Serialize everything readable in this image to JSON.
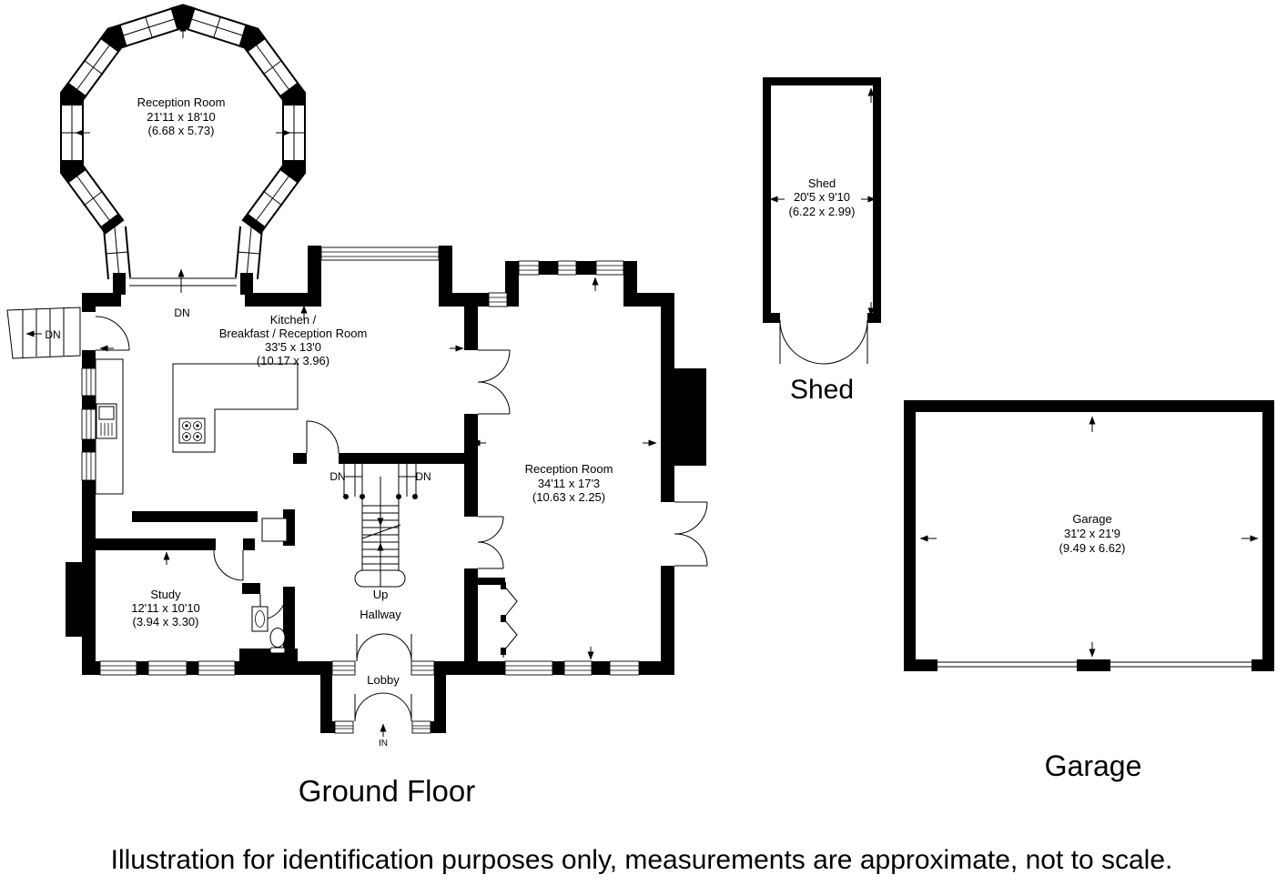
{
  "plan": {
    "floor_label": "Ground Floor",
    "disclaimer": "Illustration for identification purposes only, measurements are approximate, not to scale."
  },
  "rooms": {
    "bay_reception": {
      "name": "Reception Room",
      "imperial": "21'11 x 18'10",
      "metric": "(6.68 x 5.73)"
    },
    "kitchen": {
      "name_line1": "Kitchen /",
      "name_line2": "Breakfast / Reception Room",
      "imperial": "33'5 x 13'0",
      "metric": "(10.17 x 3.96)"
    },
    "reception": {
      "name": "Reception Room",
      "imperial": "34'11 x 17'3",
      "metric": "(10.63 x 2.25)"
    },
    "study": {
      "name": "Study",
      "imperial": "12'11 x 10'10",
      "metric": "(3.94 x 3.30)"
    },
    "hallway": {
      "name": "Hallway"
    },
    "lobby": {
      "name": "Lobby"
    },
    "shed": {
      "name": "Shed",
      "imperial": "20'5 x 9'10",
      "metric": "(6.22 x 2.99)",
      "outside_label": "Shed"
    },
    "garage": {
      "name": "Garage",
      "imperial": "31'2 x 21'9",
      "metric": "(9.49 x 6.62)",
      "outside_label": "Garage"
    }
  },
  "annotations": {
    "dn": "DN",
    "up": "Up",
    "in": "IN"
  },
  "colors": {
    "ink": "#000000",
    "paper": "#ffffff"
  }
}
